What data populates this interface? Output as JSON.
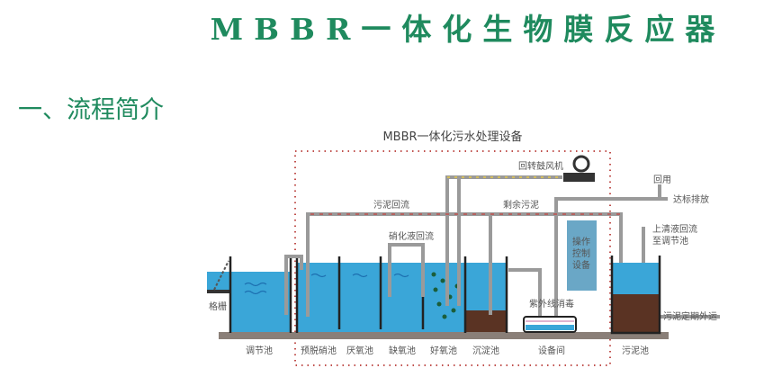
{
  "title": "MBBR一体化生物膜反应器",
  "section_heading": "一、流程简介",
  "diagram": {
    "subtitle": "MBBR一体化污水处理设备",
    "tanks": [
      "调节池",
      "预脱硝池",
      "厌氧池",
      "缺氧池",
      "好氧池",
      "沉淀池",
      "设备间",
      "污泥池"
    ],
    "labels": {
      "screen": "格栅",
      "blower": "回转鼓风机",
      "sludge_return": "污泥回流",
      "excess_sludge": "剩余污泥",
      "nitrate_return": "硝化液回流",
      "reuse": "回用",
      "discharge": "达标排放",
      "supernatant_1": "上清液回流",
      "supernatant_2": "至调节池",
      "control_1": "操作",
      "control_2": "控制",
      "control_3": "设备",
      "uv": "紫外线消毒",
      "sludge_out": "污泥定期外运"
    },
    "colors": {
      "water": "#3aa6d8",
      "sludge": "#5a3323",
      "pipe": "#9a9a9a",
      "ground": "#8a7f78",
      "control": "#6aa7c6",
      "accent": "#1f8a5e"
    }
  }
}
